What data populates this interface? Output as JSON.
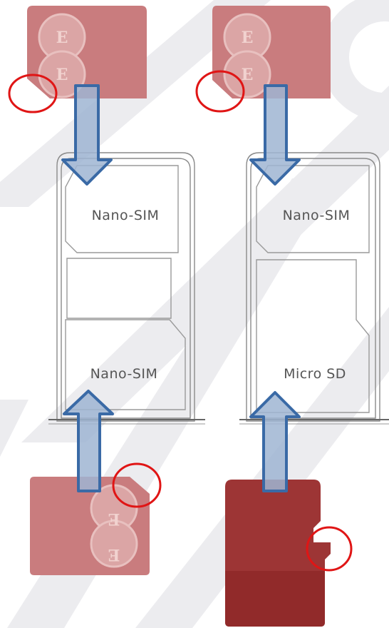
{
  "title": "",
  "colors": {
    "sim_card": "#c97c7e",
    "sim_logo": "#e3b3b2",
    "micro_sd": "#9d3535",
    "arrow_fill": "#9fb5d2",
    "arrow_stroke": "#3a6aa6",
    "marker": "#e01515",
    "tray_line": "#8a8a8a",
    "watermark": "#e9e9ec"
  },
  "trays": [
    {
      "name": "dual-sim-tray",
      "slots": [
        {
          "label": "Nano-SIM"
        },
        {
          "label": "Nano-SIM"
        }
      ]
    },
    {
      "name": "sim-and-sd-tray",
      "slots": [
        {
          "label": "Nano-SIM"
        },
        {
          "label": "Micro SD"
        }
      ]
    }
  ],
  "cards": [
    {
      "type": "nano-sim",
      "logo": "EE"
    },
    {
      "type": "nano-sim",
      "logo": "EE"
    },
    {
      "type": "nano-sim",
      "logo": "EE"
    },
    {
      "type": "micro-sd",
      "logo": ""
    }
  ]
}
